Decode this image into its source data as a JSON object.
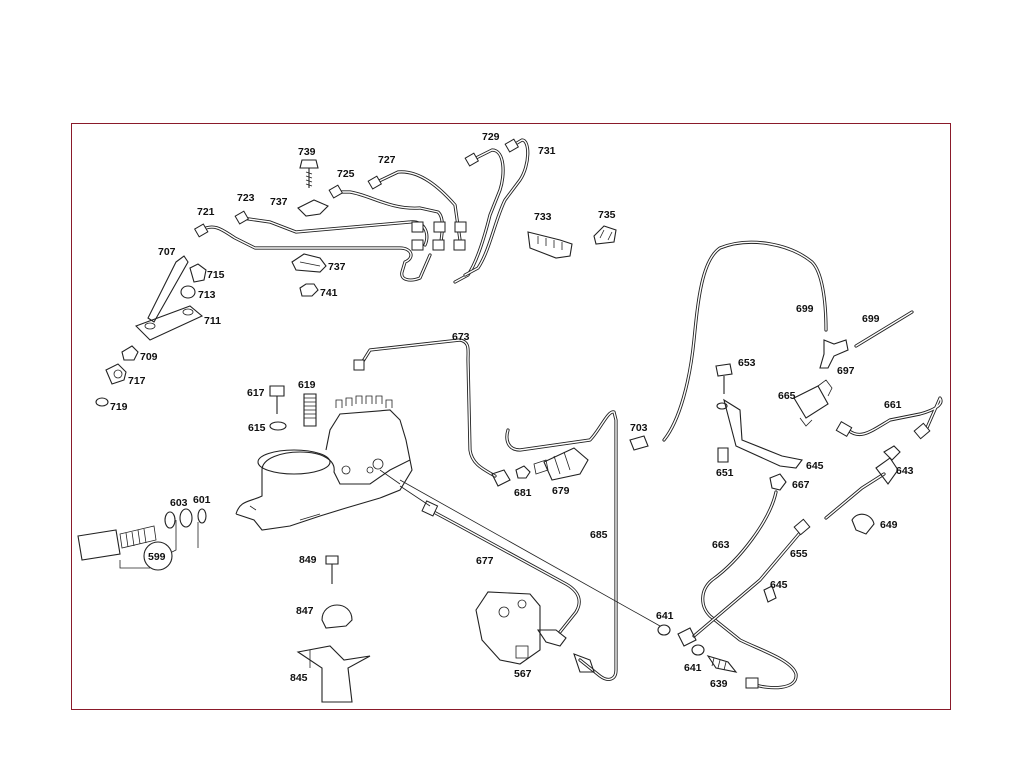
{
  "parts": {
    "p599": "599",
    "p601": "601",
    "p603": "603",
    "p615": "615",
    "p617": "617",
    "p619": "619",
    "p639": "639",
    "p641a": "641",
    "p641b": "641",
    "p643": "643",
    "p645a": "645",
    "p645b": "645",
    "p649": "649",
    "p651": "651",
    "p653": "653",
    "p655": "655",
    "p661": "661",
    "p663": "663",
    "p665": "665",
    "p667": "667",
    "p673": "673",
    "p677": "677",
    "p679": "679",
    "p681": "681",
    "p685": "685",
    "p697": "697",
    "p699a": "699",
    "p699b": "699",
    "p703": "703",
    "p707": "707",
    "p709": "709",
    "p711": "711",
    "p713": "713",
    "p715": "715",
    "p717": "717",
    "p719": "719",
    "p721": "721",
    "p723": "723",
    "p725": "725",
    "p727": "727",
    "p729": "729",
    "p731": "731",
    "p733": "733",
    "p735": "735",
    "p737a": "737",
    "p737b": "737",
    "p739": "739",
    "p741": "741",
    "p845": "845",
    "p847": "847",
    "p849": "849",
    "p567": "567"
  },
  "colors": {
    "frame": "#8a1a2a",
    "ink": "#222222"
  }
}
